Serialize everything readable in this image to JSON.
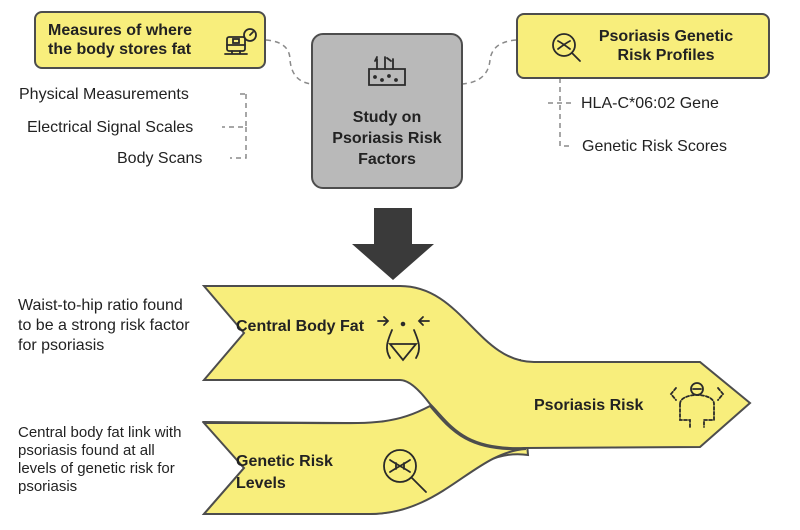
{
  "top": {
    "left_box": {
      "title": "Measures of where the body stores fat",
      "icon": "scale-measure-icon",
      "items": [
        "Physical Measurements",
        "Electrical Signal Scales",
        "Body Scans"
      ]
    },
    "center_box": {
      "title": "Study on Psoriasis Risk Factors",
      "icon": "skin-layer-icon"
    },
    "right_box": {
      "title": "Psoriasis Genetic Risk Profiles",
      "icon": "dna-magnifier-icon",
      "items": [
        "HLA-C*06:02 Gene",
        "Genetic Risk Scores"
      ]
    }
  },
  "arrow": {
    "icon": "down-arrow-icon"
  },
  "flow": {
    "upper_band": {
      "label": "Central Body Fat",
      "icon": "waist-icon",
      "note": "Waist-to-hip ratio found to be a strong risk factor for psoriasis"
    },
    "lower_band": {
      "label": "Genetic Risk Levels",
      "icon": "dna-magnifier-icon",
      "note": "Central body fat link with psoriasis found at all levels of genetic risk for psoriasis"
    },
    "outcome": {
      "label": "Psoriasis Risk",
      "icon": "person-risk-icon"
    }
  },
  "colors": {
    "yellow": "#f8ee7c",
    "gray": "#b9b9b9",
    "dark": "#3a3a3a",
    "stroke": "#4d4d4d"
  }
}
